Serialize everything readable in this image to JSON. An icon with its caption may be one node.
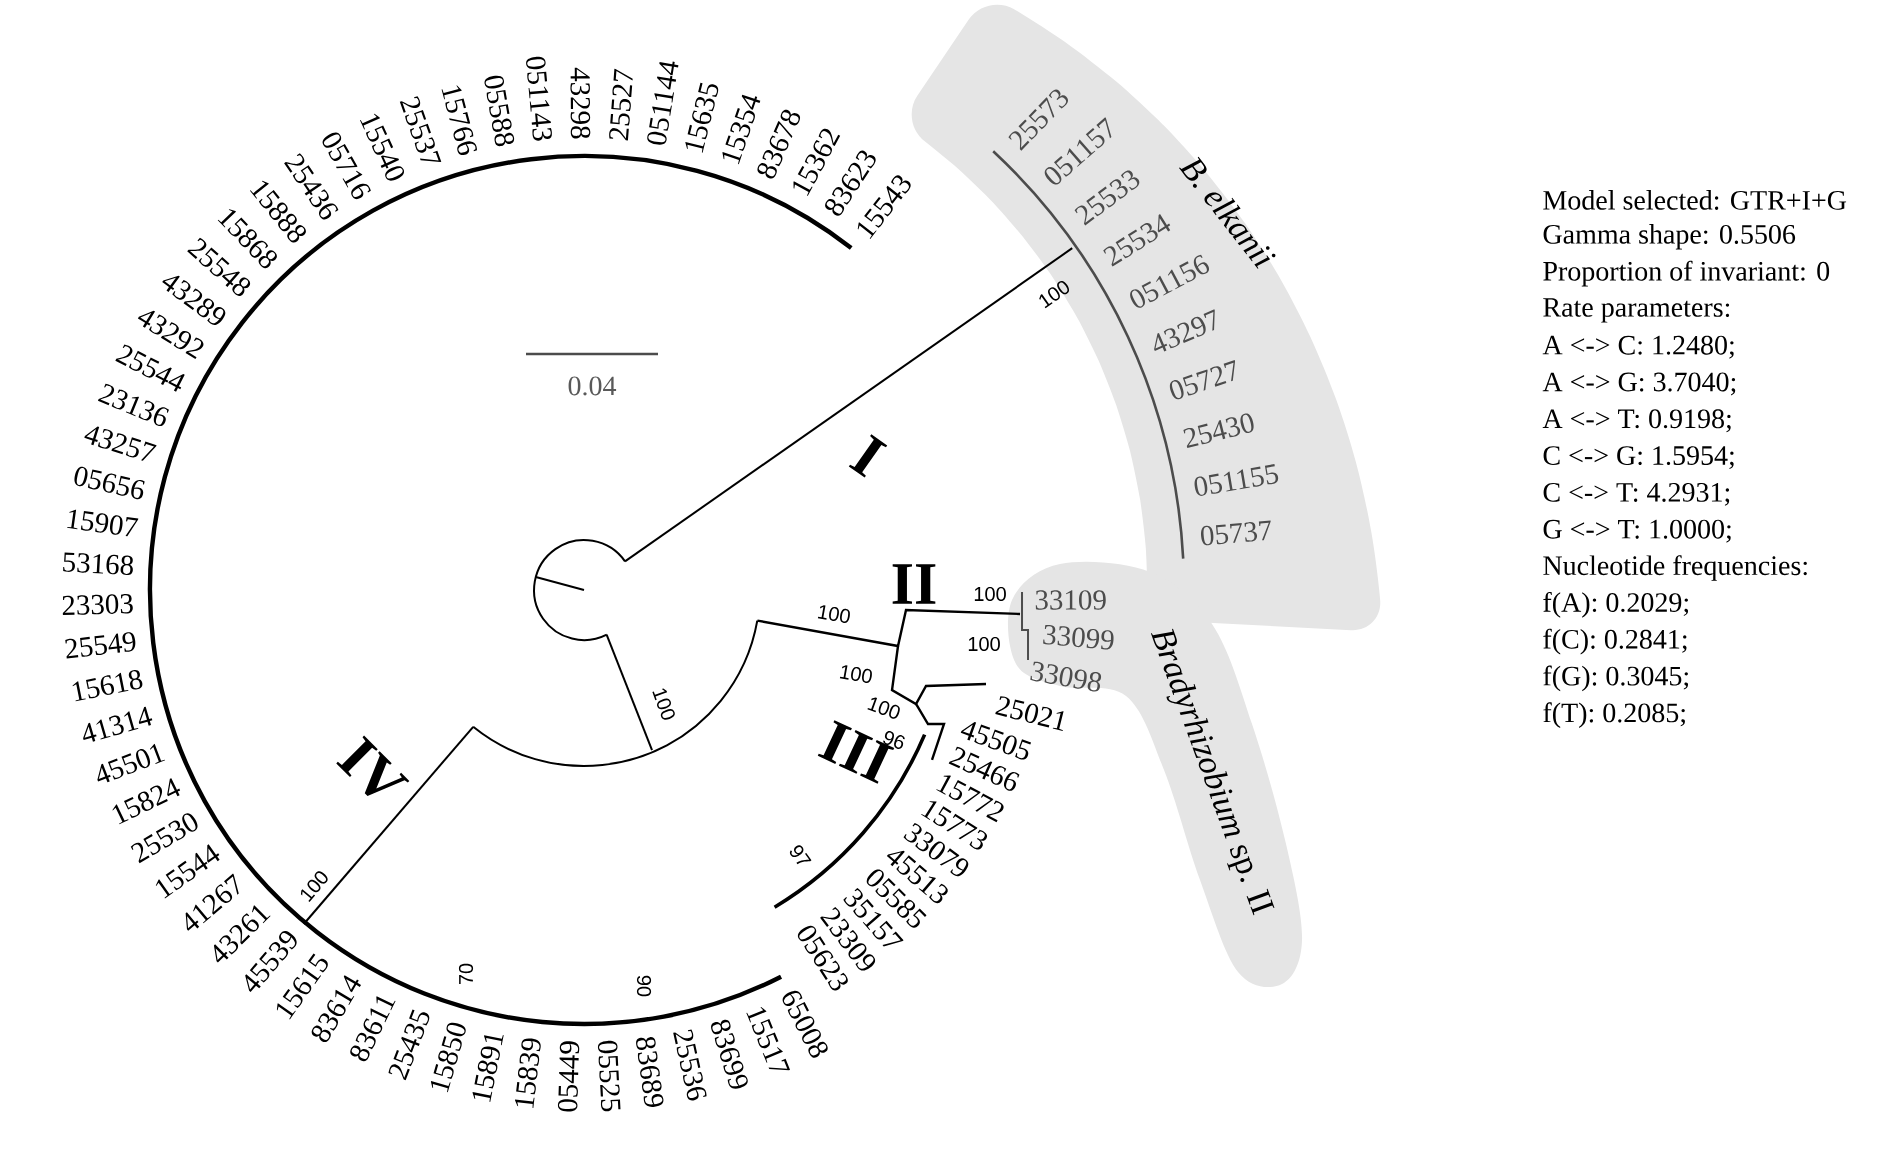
{
  "diagram": {
    "nodes": [
      {
        "text": [
          "B. elkanii"
        ]
      },
      {
        "text": [
          "*Bradyrhizobium* sp. II"
        ]
      }
    ],
    "labels": [
      "Model selected: GTR+I+G",
      "Gamma shape: 0.5506",
      "Proportion of invariant: 0",
      "Rate parameters:",
      "A <-> C: 1.2480;",
      "A <-> G: 3.7040;",
      "A <-> T: 0.9198;",
      "C <-> G: 1.5954;",
      "C <-> T: 4.2931;",
      "G <-> T: 1.0000;",
      "Nucleotide frequencies:",
      "f(A): 0.2029;",
      "f(C): 0.2841;",
      "f(G): 0.3045;",
      "f(T): 0.2085;",
      "0.04",
      "15543",
      "83623",
      "15362",
      "83678",
      "15354",
      "15635",
      "051144",
      "25527",
      "43298",
      "051143",
      "05588",
      "15766",
      "25537",
      "15540",
      "05716",
      "25436",
      "15888",
      "15868",
      "25548",
      "43289",
      "43292",
      "25544",
      "23136",
      "43257",
      "05656",
      "15907",
      "53168",
      "23303",
      "25549",
      "15618",
      "41314",
      "45501",
      "15824",
      "25530",
      "15544",
      "41267",
      "43261",
      "45539",
      "15615",
      "83614",
      "83611",
      "25435",
      "15850",
      "15891",
      "15839",
      "05449",
      "05525",
      "83689",
      "25536",
      "83699",
      "15517",
      "65008",
      "25573",
      "051157",
      "25533",
      "25534",
      "051156",
      "43297",
      "05727",
      "25430",
      "051155",
      "05737",
      "33109",
      "33099",
      "33098",
      "25021",
      "45505",
      "25466",
      "15772",
      "15773",
      "33079",
      "45513",
      "05585",
      "35157",
      "23309",
      "05623",
      "I",
      "II",
      "III",
      "IV",
      "100",
      "100",
      "100",
      "100",
      "100",
      "100",
      "100",
      "96",
      "97",
      "100",
      "70",
      "90"
    ]
  }
}
